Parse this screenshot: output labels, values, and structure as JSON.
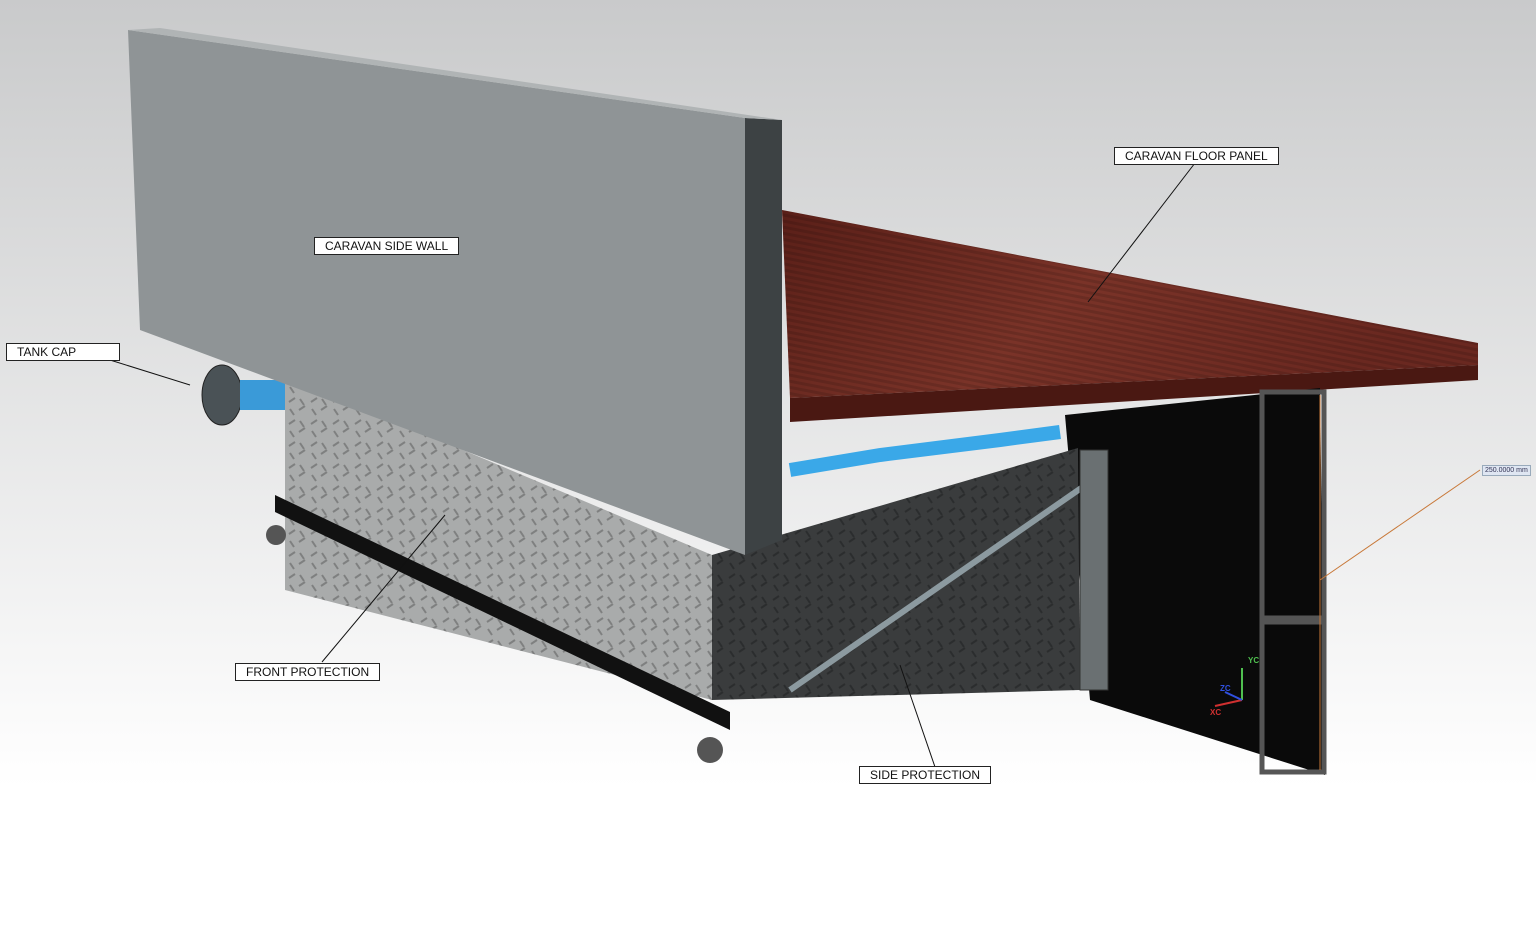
{
  "labels": {
    "side_wall": "CARAVAN SIDE WALL",
    "floor_panel": "CARAVAN FLOOR PANEL",
    "tank_cap": "TANK CAP",
    "front_protection": "FRONT PROTECTION",
    "side_protection": "SIDE PROTECTION"
  },
  "dimension": "250.0000 mm",
  "axes": {
    "x": "XC",
    "y": "YC",
    "z": "ZC"
  },
  "colors": {
    "floor": "#6e2a22",
    "wall": "#8c9194",
    "axis_x": "#d03030",
    "axis_y": "#50c050",
    "axis_z": "#3050e0"
  }
}
